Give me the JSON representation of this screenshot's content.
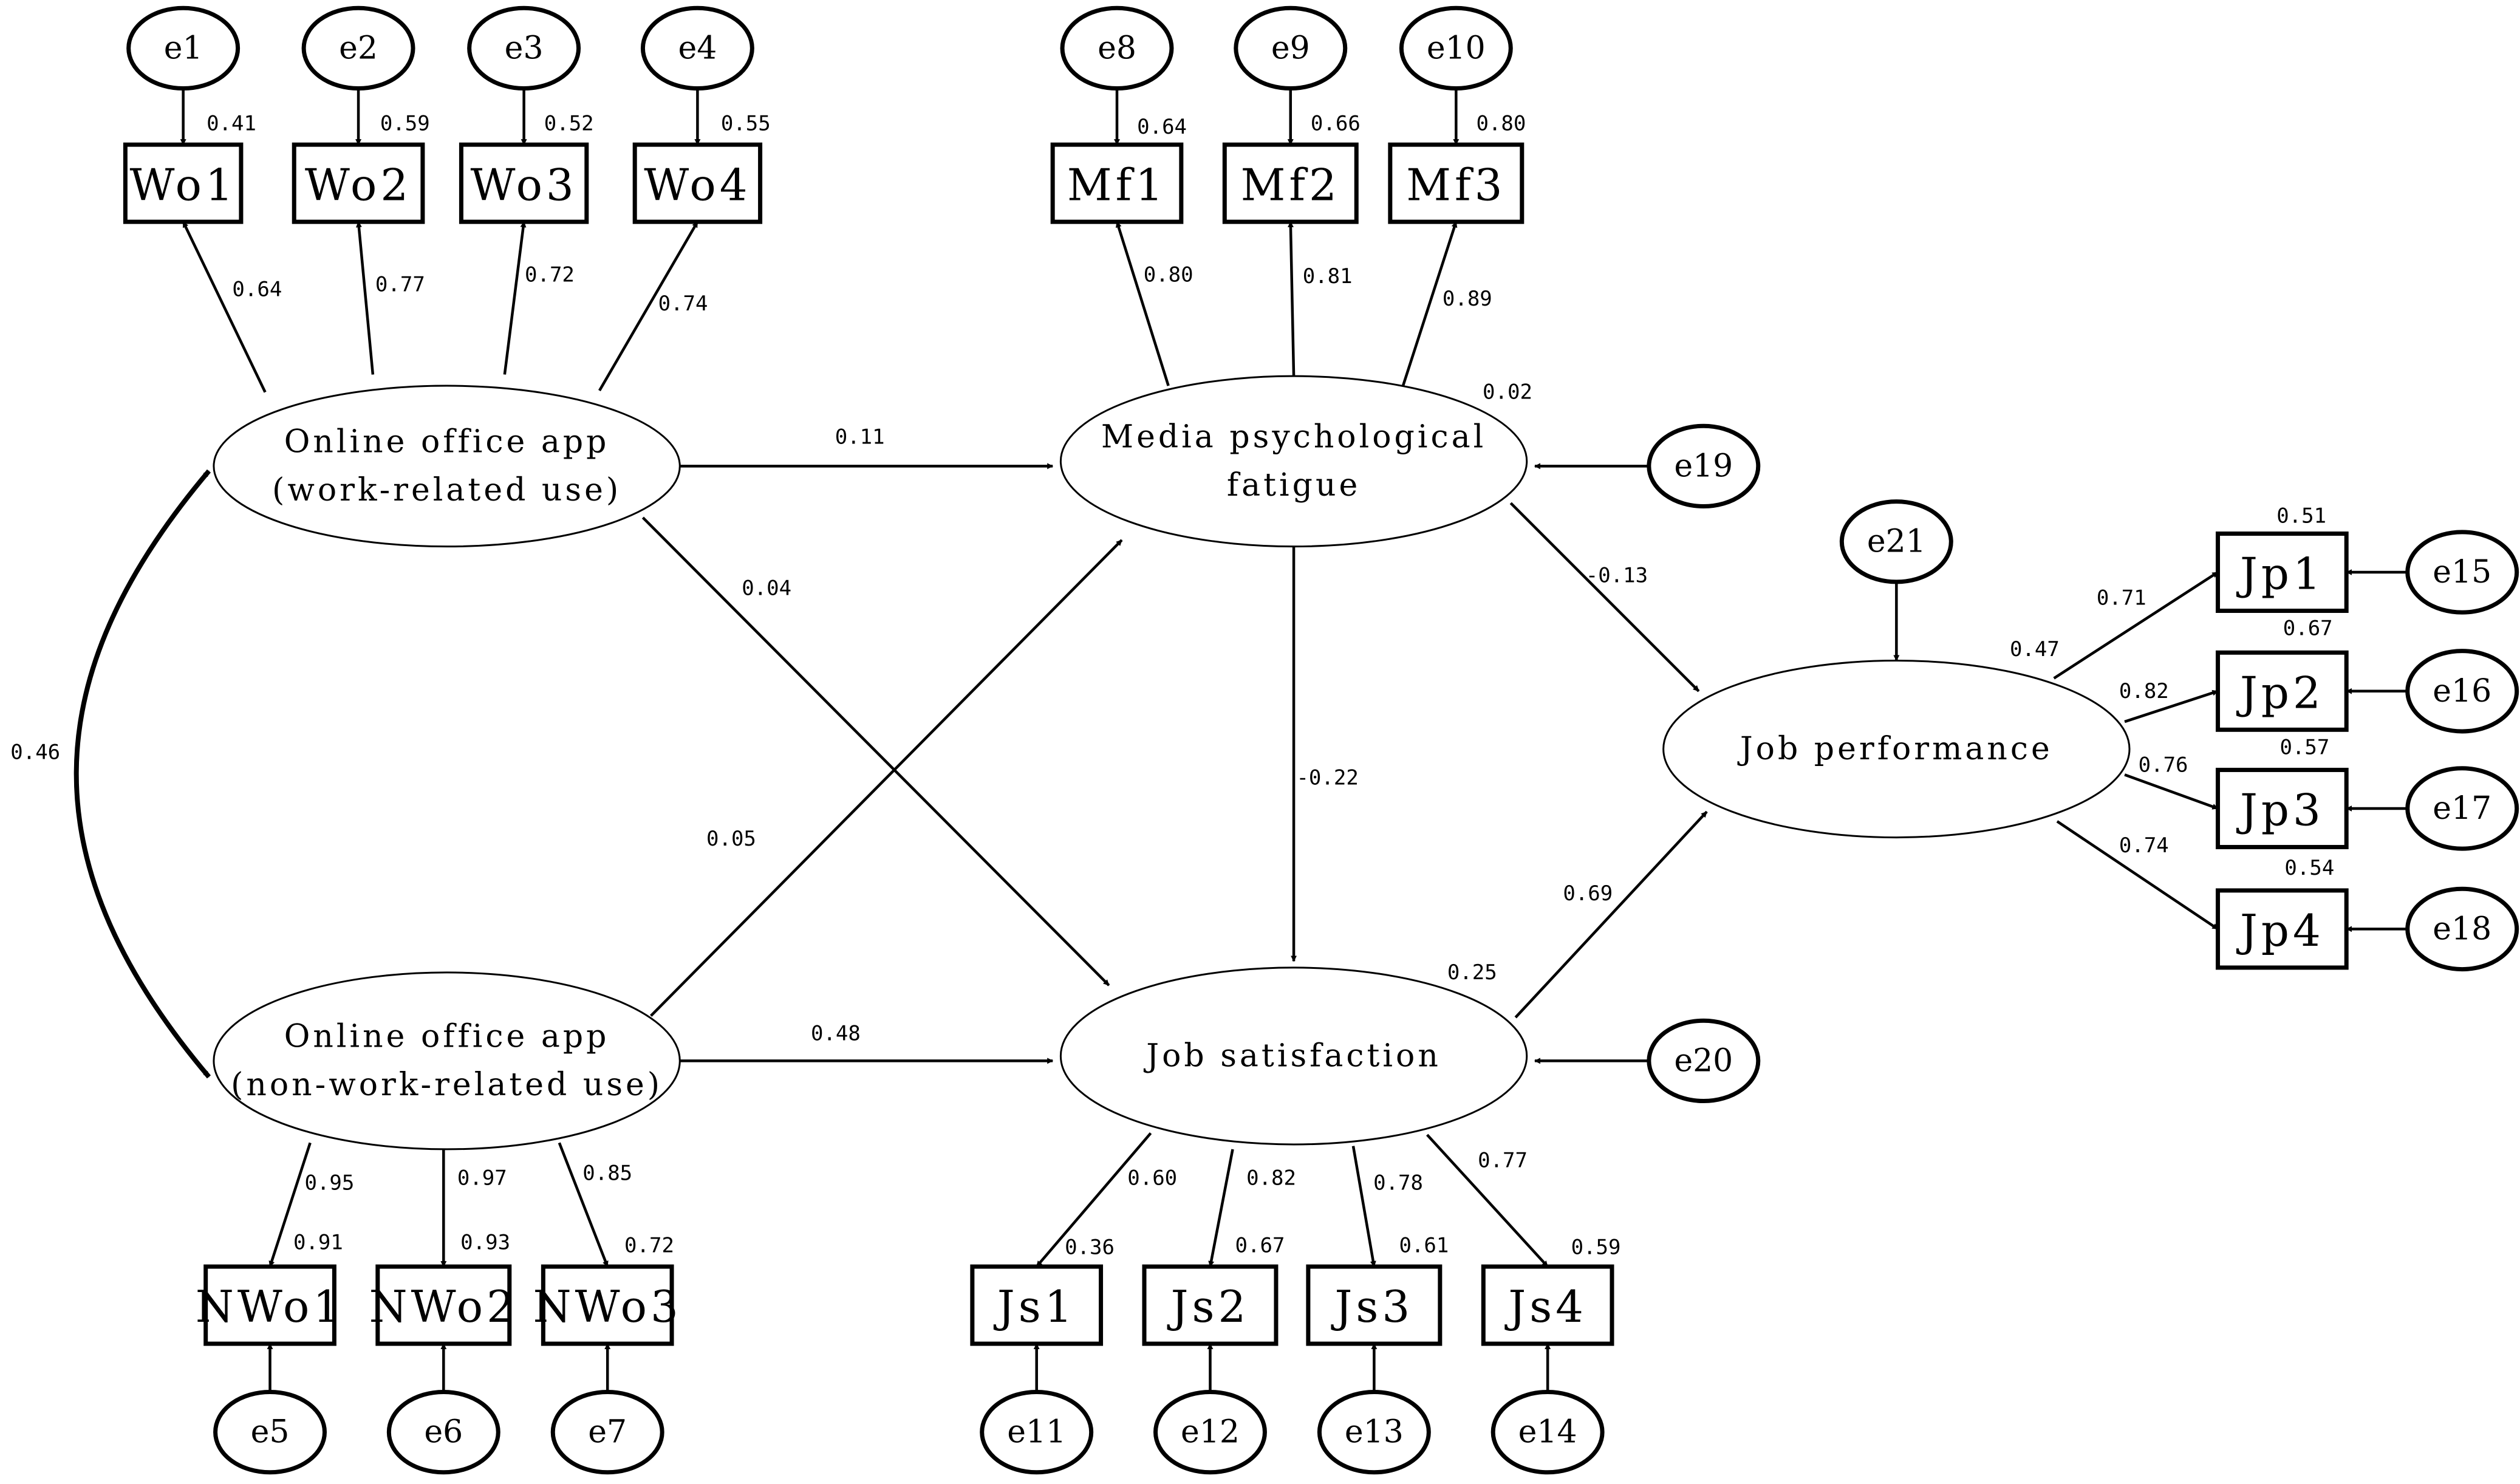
{
  "diagram": {
    "latents": [
      {
        "id": "WO",
        "lines": [
          "Online office app",
          "(work-related use)"
        ]
      },
      {
        "id": "NWO",
        "lines": [
          "Online office app",
          "(non-work-related use)"
        ]
      },
      {
        "id": "MF",
        "lines": [
          "Media psychological",
          "fatigue"
        ]
      },
      {
        "id": "JS",
        "lines": [
          "Job satisfaction"
        ]
      },
      {
        "id": "JP",
        "lines": [
          "Job performance"
        ]
      }
    ],
    "indicators": [
      {
        "id": "Wo1",
        "label": "Wo1",
        "error": "e1",
        "r2": "0.41",
        "loading": "0.64"
      },
      {
        "id": "Wo2",
        "label": "Wo2",
        "error": "e2",
        "r2": "0.59",
        "loading": "0.77"
      },
      {
        "id": "Wo3",
        "label": "Wo3",
        "error": "e3",
        "r2": "0.52",
        "loading": "0.72"
      },
      {
        "id": "Wo4",
        "label": "Wo4",
        "error": "e4",
        "r2": "0.55",
        "loading": "0.74"
      },
      {
        "id": "Mf1",
        "label": "Mf1",
        "error": "e8",
        "r2": "0.64",
        "loading": "0.80"
      },
      {
        "id": "Mf2",
        "label": "Mf2",
        "error": "e9",
        "r2": "0.66",
        "loading": "0.81"
      },
      {
        "id": "Mf3",
        "label": "Mf3",
        "error": "e10",
        "r2": "0.80",
        "loading": "0.89"
      },
      {
        "id": "NWo1",
        "label": "NWo1",
        "error": "e5",
        "r2": "0.91",
        "loading": "0.95"
      },
      {
        "id": "NWo2",
        "label": "NWo2",
        "error": "e6",
        "r2": "0.93",
        "loading": "0.97"
      },
      {
        "id": "NWo3",
        "label": "NWo3",
        "error": "e7",
        "r2": "0.72",
        "loading": "0.85"
      },
      {
        "id": "Js1",
        "label": "Js1",
        "error": "e11",
        "r2": "0.36",
        "loading": "0.60"
      },
      {
        "id": "Js2",
        "label": "Js2",
        "error": "e12",
        "r2": "0.67",
        "loading": "0.82"
      },
      {
        "id": "Js3",
        "label": "Js3",
        "error": "e13",
        "r2": "0.61",
        "loading": "0.78"
      },
      {
        "id": "Js4",
        "label": "Js4",
        "error": "e14",
        "r2": "0.59",
        "loading": "0.77"
      },
      {
        "id": "Jp1",
        "label": "Jp1",
        "error": "e15",
        "r2": "0.51",
        "loading": "0.71"
      },
      {
        "id": "Jp2",
        "label": "Jp2",
        "error": "e16",
        "r2": "0.67",
        "loading": "0.82"
      },
      {
        "id": "Jp3",
        "label": "Jp3",
        "error": "e17",
        "r2": "0.57",
        "loading": "0.76"
      },
      {
        "id": "Jp4",
        "label": "Jp4",
        "error": "e18",
        "r2": "0.54",
        "loading": "0.74"
      }
    ],
    "disturbances": [
      {
        "id": "e19",
        "target": "MF",
        "r2": "0.02"
      },
      {
        "id": "e20",
        "target": "JS",
        "r2": "0.25"
      },
      {
        "id": "e21",
        "target": "JP",
        "r2": "0.47"
      }
    ],
    "paths": [
      {
        "from": "WO",
        "to": "MF",
        "coef": "0.11"
      },
      {
        "from": "WO",
        "to": "JS",
        "coef": "0.04"
      },
      {
        "from": "NWO",
        "to": "MF",
        "coef": "0.05"
      },
      {
        "from": "NWO",
        "to": "JS",
        "coef": "0.48"
      },
      {
        "from": "MF",
        "to": "JS",
        "coef": "-0.22"
      },
      {
        "from": "MF",
        "to": "JP",
        "coef": "-0.13"
      },
      {
        "from": "JS",
        "to": "JP",
        "coef": "0.69"
      }
    ],
    "covariance": {
      "between": [
        "WO",
        "NWO"
      ],
      "coef": "0.46"
    }
  }
}
